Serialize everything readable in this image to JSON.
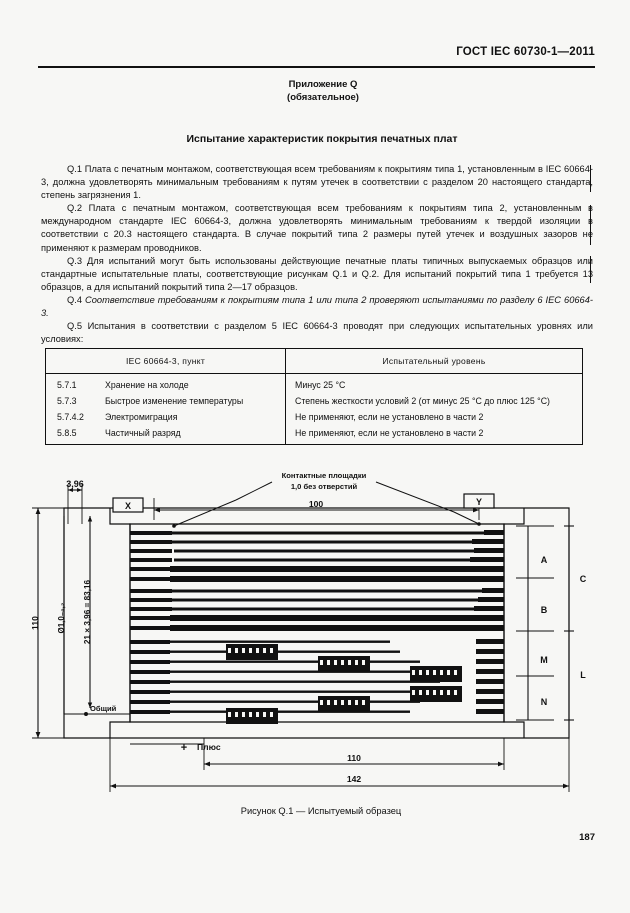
{
  "header": {
    "standard_ref": "ГОСТ IEC 60730-1—2011"
  },
  "annex": {
    "title": "Приложение Q",
    "subtitle": "(обязательное)"
  },
  "section_title": "Испытание характеристик покрытия печатных плат",
  "paragraphs": [
    "Q.1 Плата с печатным монтажом, соответствующая всем требованиям к покрытиям типа 1, установленным в IEC 60664-3, должна удовлетворять минимальным требованиям к путям утечек в соответствии с разделом 20 настоящего стандарта, степень загрязнения 1.",
    "Q.2 Плата с печатным монтажом, соответствующая всем требованиям к покрытиям типа 2, установленным в международном стандарте IEC 60664-3, должна удовлетворять минимальным требованиям к твердой изоляции в соответствии с 20.3 настоящего стандарта. В случае покрытий типа 2 размеры путей утечек и воздушных зазоров не применяют к размерам проводников.",
    "Q.3 Для испытаний могут быть использованы действующие печатные платы типичных выпускаемых образцов или стандартные испытательные платы, соответствующие рисункам Q.1 и Q.2. Для испытаний покрытий типа 1 требуется 13 образцов, а для испытаний покрытий типа 2—17 образцов.",
    "Q.5 Испытания в соответствии с разделом 5 IEC 60664-3 проводят при  следующих испытательных уровнях или условиях:"
  ],
  "paragraph_italic": {
    "lead": "Q.4 ",
    "text": "Соответствие    требованиям к покрытиям типа 1 или типа 2   проверяют   испытаниями по разделу 6  IEC 60664-3."
  },
  "table": {
    "headers": [
      "IEC 60664-3, пункт",
      "Испытательный уровень"
    ],
    "rows": [
      {
        "clause": "5.7.1",
        "name": "Хранение на холоде",
        "level": "Минус 25 °C"
      },
      {
        "clause": "5.7.3",
        "name": "Быстрое изменение температуры",
        "level": "Степень жесткости условий 2 (от минус 25 °C до плюс 125 °C)"
      },
      {
        "clause": "5.7.4.2",
        "name": "Электромиграция",
        "level": "Не применяют, если не установлено в части 2"
      },
      {
        "clause": "5.8.5",
        "name": "Частичный  разряд",
        "level": "Не применяют, если не установлено в части 2"
      }
    ]
  },
  "figure": {
    "caption": "Рисунок Q.1 — Испытуемый образец",
    "labels": {
      "pitch_top": "3,96",
      "pad_note_line1": "Контактные площадки",
      "pad_note_line2": "1,0 без отверстий",
      "width_inner": "100",
      "marker_x": "X",
      "marker_y": "Y",
      "height_outer": "110",
      "tolerance": "Ø1,0₋₀,₂",
      "pitch_stack": "21 × 3,96 = 83,16",
      "common": "Общий",
      "plus": "Плюс",
      "plus_symbol": "+",
      "length_inner": "110",
      "length_outer": "142",
      "right_a": "A",
      "right_b": "B",
      "right_c": "C",
      "right_m": "M",
      "right_n": "N",
      "right_l": "L"
    }
  },
  "page_number": "187"
}
